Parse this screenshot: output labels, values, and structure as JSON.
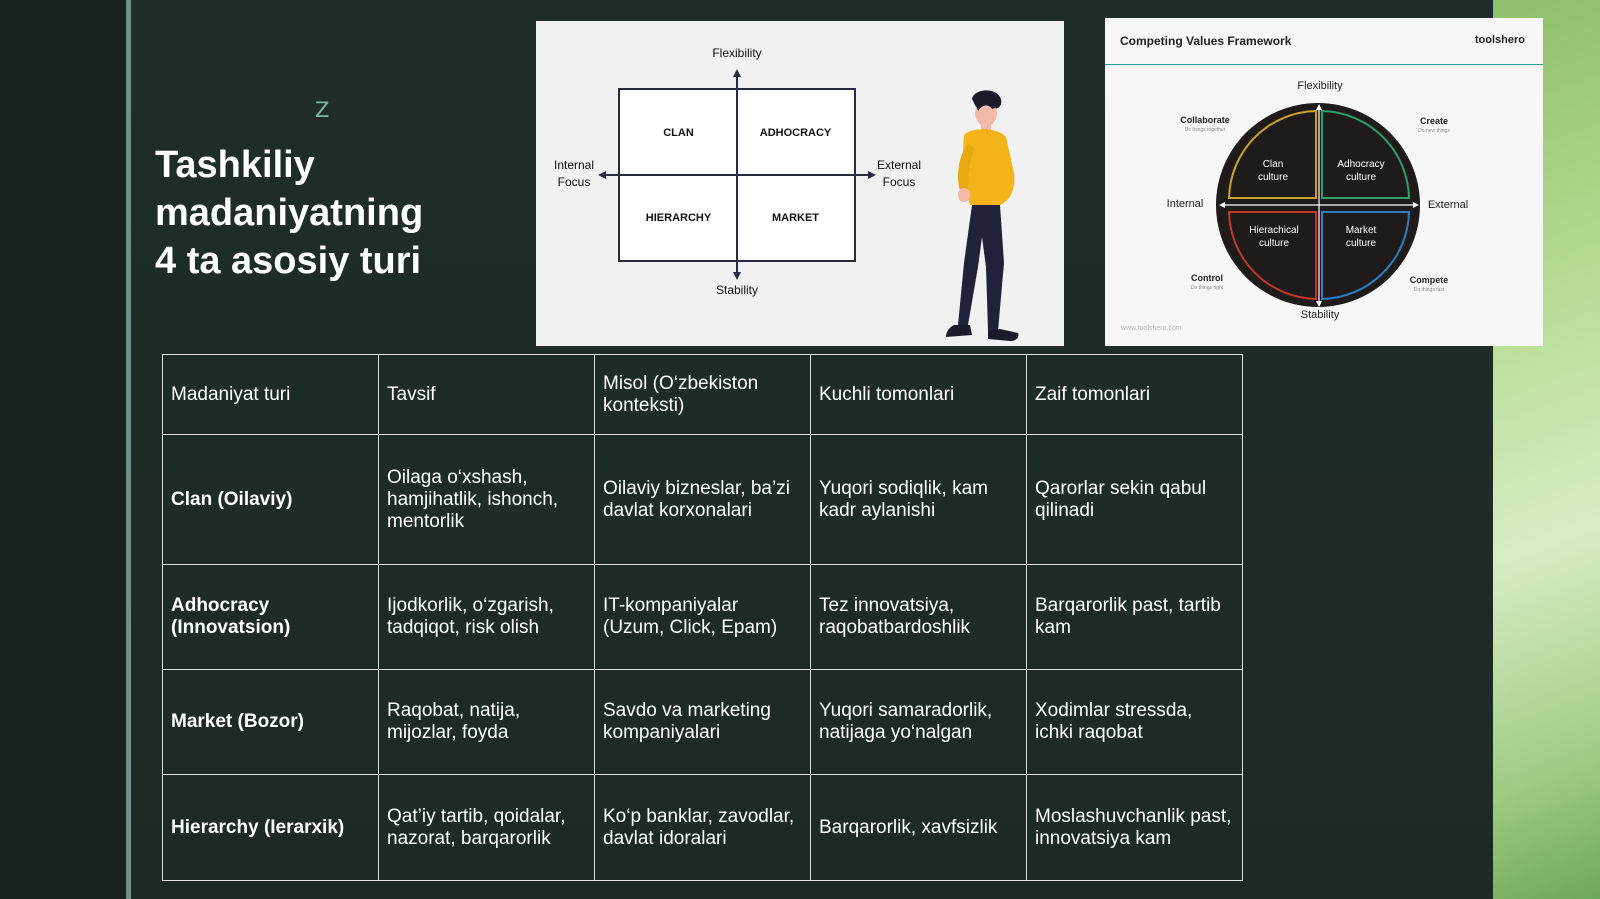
{
  "slide": {
    "z_mark": "Z",
    "title_lines": [
      "Tashkiliy",
      "madaniyatning",
      "4 ta asosiy turi"
    ]
  },
  "diagram1": {
    "top_label": "Flexibility",
    "bottom_label": "Stability",
    "left_label": [
      "Internal",
      "Focus"
    ],
    "right_label": [
      "External",
      "Focus"
    ],
    "quadrants": [
      "CLAN",
      "ADHOCRACY",
      "HIERARCHY",
      "MARKET"
    ]
  },
  "diagram2": {
    "title": "Competing Values Framework",
    "brand": "toolshero",
    "top_label": "Flexibility",
    "bottom_label": "Stability",
    "left_label": "Internal",
    "right_label": "External",
    "corners": [
      {
        "label": "Collaborate",
        "sub": "Do things together"
      },
      {
        "label": "Create",
        "sub": "Do new things"
      },
      {
        "label": "Control",
        "sub": "Do things right"
      },
      {
        "label": "Compete",
        "sub": "Do things fast"
      }
    ],
    "quadrants": [
      [
        "Clan",
        "culture"
      ],
      [
        "Adhocracy",
        "culture"
      ],
      [
        "Hierachical",
        "culture"
      ],
      [
        "Market",
        "culture"
      ]
    ],
    "footer": "www.toolshero.com",
    "colors": {
      "clan": "#c9a227",
      "adhocracy": "#2f9e6b",
      "hierarchy": "#c0392b",
      "market": "#2e7fc1",
      "circle": "#1e1b1a"
    }
  },
  "table": {
    "headers": [
      "Madaniyat turi",
      "Tavsif",
      "Misol (O‘zbekiston konteksti)",
      "Kuchli tomonlari",
      "Zaif tomonlari"
    ],
    "rows": [
      [
        "Clan (Oilaviy)",
        "Oilaga o‘xshash, hamjihatlik, ishonch, mentorlik",
        "Oilaviy bizneslar, ba’zi davlat korxonalari",
        "Yuqori sodiqlik, kam kadr aylanishi",
        "Qarorlar sekin qabul qilinadi"
      ],
      [
        "Adhocracy (Innovatsion)",
        "Ijodkorlik, o‘zgarish, tadqiqot, risk olish",
        "IT-kompaniyalar (Uzum, Click, Epam)",
        "Tez innovatsiya, raqobatbardoshlik",
        "Barqarorlik past, tartib kam"
      ],
      [
        "Market (Bozor)",
        "Raqobat, natija, mijozlar, foyda",
        "Savdo va marketing kompaniyalari",
        "Yuqori samaradorlik, natijaga yo‘nalgan",
        "Xodimlar stressda, ichki raqobat"
      ],
      [
        "Hierarchy (Ierarxik)",
        "Qat’iy tartib, qoidalar, nazorat, barqarorlik",
        "Ko‘p banklar, zavodlar, davlat idoralari",
        "Barqarorlik, xavfsizlik",
        "Moslashuvchanlik past, innovatsiya kam"
      ]
    ]
  }
}
